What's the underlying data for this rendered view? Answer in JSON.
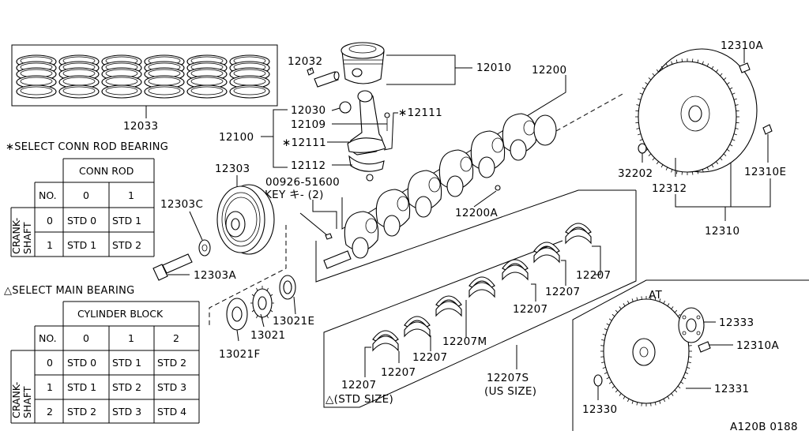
{
  "callouts": {
    "c12033": "12033",
    "c12032": "12032",
    "c12010": "12010",
    "c12200": "12200",
    "c12310A_top": "12310A",
    "c12030": "12030",
    "c12109": "12109",
    "c12100": "12100",
    "c12111_star_a": "∗12111",
    "c12111_star_b": "∗12111",
    "c12112": "12112",
    "c12303": "12303",
    "c12303C": "12303C",
    "c12303A": "12303A",
    "c00926": "00926-51600",
    "c_key": "KEY キ-  (2)",
    "c12200A": "12200A",
    "c32202": "32202",
    "c12312": "12312",
    "c12310E": "12310E",
    "c12310": "12310",
    "c13021E": "13021E",
    "c13021": "13021",
    "c13021F": "13021F",
    "c12207_a": "12207",
    "c12207_b": "12207",
    "c12207_c": "12207",
    "c12207_d": "12207",
    "c12207_e": "12207",
    "c12207_f": "12207",
    "c12207M": "12207M",
    "c12207S": "12207S",
    "c_us_size": "(US SIZE)",
    "c_std_size": "△(STD SIZE)",
    "c_at": "AT",
    "c12333": "12333",
    "c12310A_at": "12310A",
    "c12331": "12331",
    "c12330": "12330",
    "code": "A120B 0188"
  },
  "conn_rod_table": {
    "note": "∗SELECT CONN ROD BEARING",
    "header": "CONN ROD",
    "no_label": "NO.",
    "side_label_1": "CRANK-",
    "side_label_2": "SHAFT",
    "cols": [
      "0",
      "1"
    ],
    "rows": [
      {
        "no": "0",
        "cells": [
          "STD 0",
          "STD 1"
        ]
      },
      {
        "no": "1",
        "cells": [
          "STD 1",
          "STD 2"
        ]
      }
    ]
  },
  "main_bearing_table": {
    "note": "△SELECT MAIN BEARING",
    "header": "CYLINDER BLOCK",
    "no_label": "NO.",
    "side_label_1": "CRANK-",
    "side_label_2": "SHAFT",
    "cols": [
      "0",
      "1",
      "2"
    ],
    "rows": [
      {
        "no": "0",
        "cells": [
          "STD 0",
          "STD 1",
          "STD 2"
        ]
      },
      {
        "no": "1",
        "cells": [
          "STD 1",
          "STD 2",
          "STD 3"
        ]
      },
      {
        "no": "2",
        "cells": [
          "STD 2",
          "STD 3",
          "STD 4"
        ]
      }
    ]
  }
}
